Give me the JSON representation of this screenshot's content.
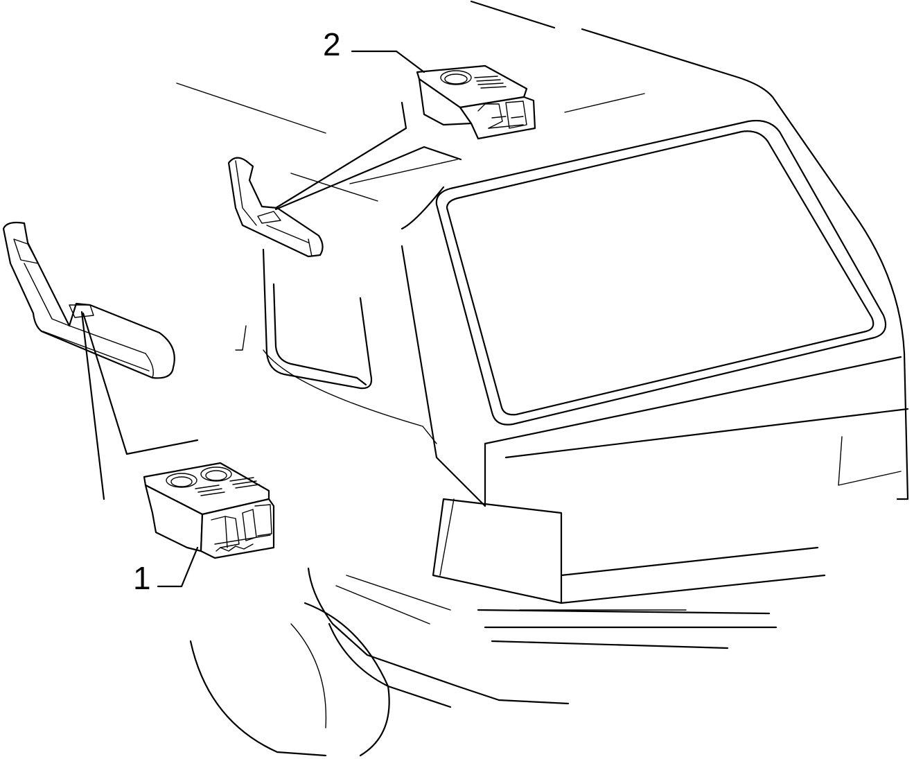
{
  "callouts": [
    {
      "id": "part-1",
      "label": "1"
    },
    {
      "id": "part-2",
      "label": "2"
    }
  ],
  "colors": {
    "line": "#000000",
    "background": "#ffffff"
  }
}
